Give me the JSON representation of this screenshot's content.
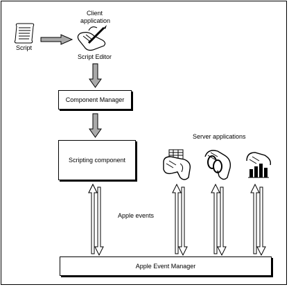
{
  "labels": {
    "script": "Script",
    "client_line1": "Client",
    "client_line2": "application",
    "script_editor": "Script Editor",
    "server_applications": "Server applications",
    "apple_events": "Apple events"
  },
  "boxes": {
    "component_manager": "Component Manager",
    "scripting_component": "Scripting component",
    "apple_event_manager": "Apple Event Manager"
  },
  "icons": {
    "script": "script-scroll-icon",
    "client": "hand-with-pen-icon",
    "server_1": "hand-with-spreadsheet-icon",
    "server_2": "hand-with-chain-icon",
    "server_3": "hand-with-bar-chart-icon"
  }
}
